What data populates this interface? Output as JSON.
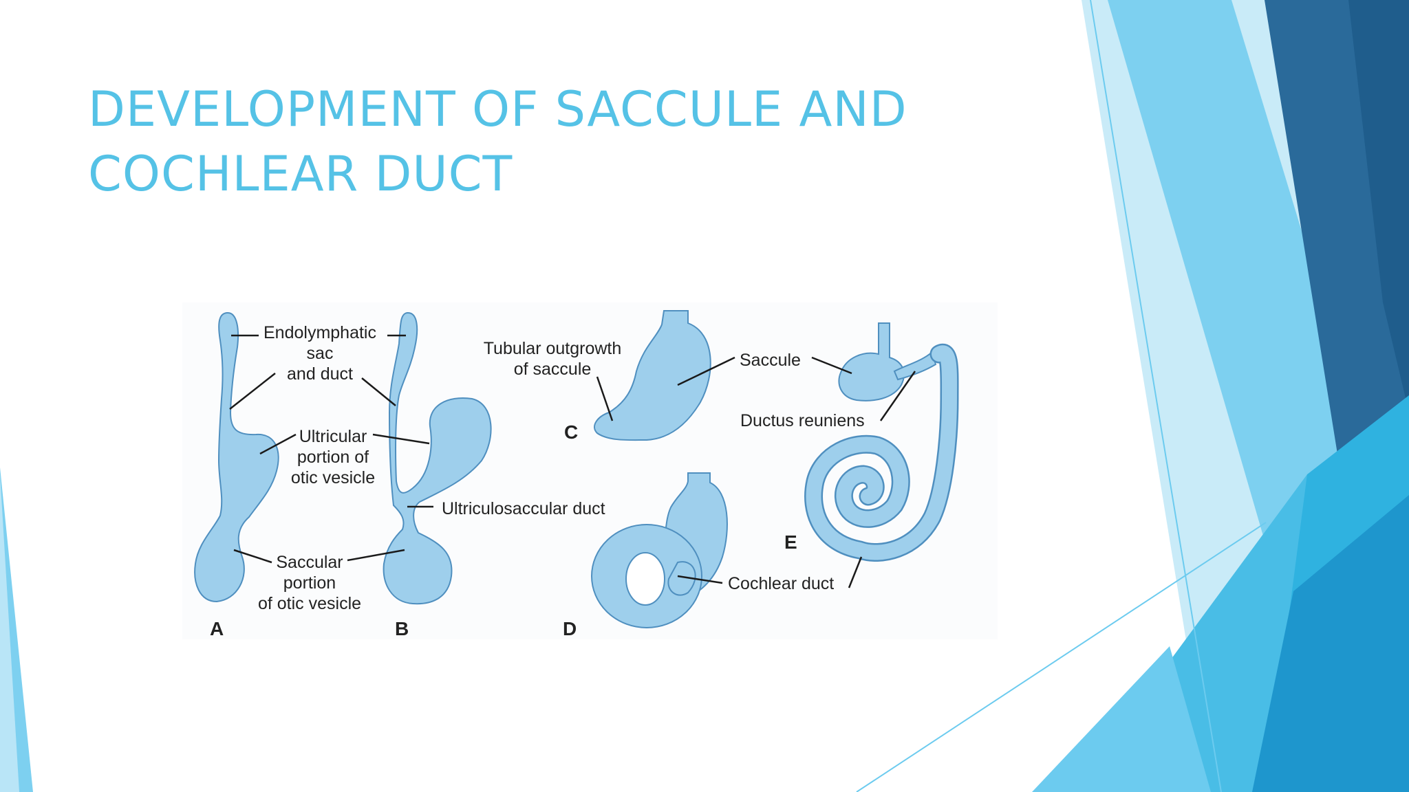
{
  "slide": {
    "title_line1": "DEVELOPMENT OF SACCULE AND",
    "title_line2": "COCHLEAR DUCT"
  },
  "diagram": {
    "labels": {
      "endolymphatic_1": "Endolymphatic",
      "endolymphatic_2": "sac",
      "endolymphatic_3": "and duct",
      "utricular_1": "Ultricular",
      "utricular_2": "portion of",
      "utricular_3": "otic vesicle",
      "ultriculosaccular": "Ultriculosaccular duct",
      "saccular_1": "Saccular",
      "saccular_2": "portion",
      "saccular_3": "of otic vesicle",
      "tubular_1": "Tubular outgrowth",
      "tubular_2": "of saccule",
      "saccule": "Saccule",
      "ductus_reuniens": "Ductus reuniens",
      "cochlear_duct": "Cochlear duct"
    },
    "panels": {
      "a": "A",
      "b": "B",
      "c": "C",
      "d": "D",
      "e": "E"
    }
  },
  "colors": {
    "title": "#55c2e6",
    "organ_fill": "#9ecfec",
    "organ_outline": "#4f8fbf",
    "decor_dark": "#2a6a9a",
    "decor_mid": "#2fb2e0",
    "decor_light": "#7dd0f0"
  }
}
